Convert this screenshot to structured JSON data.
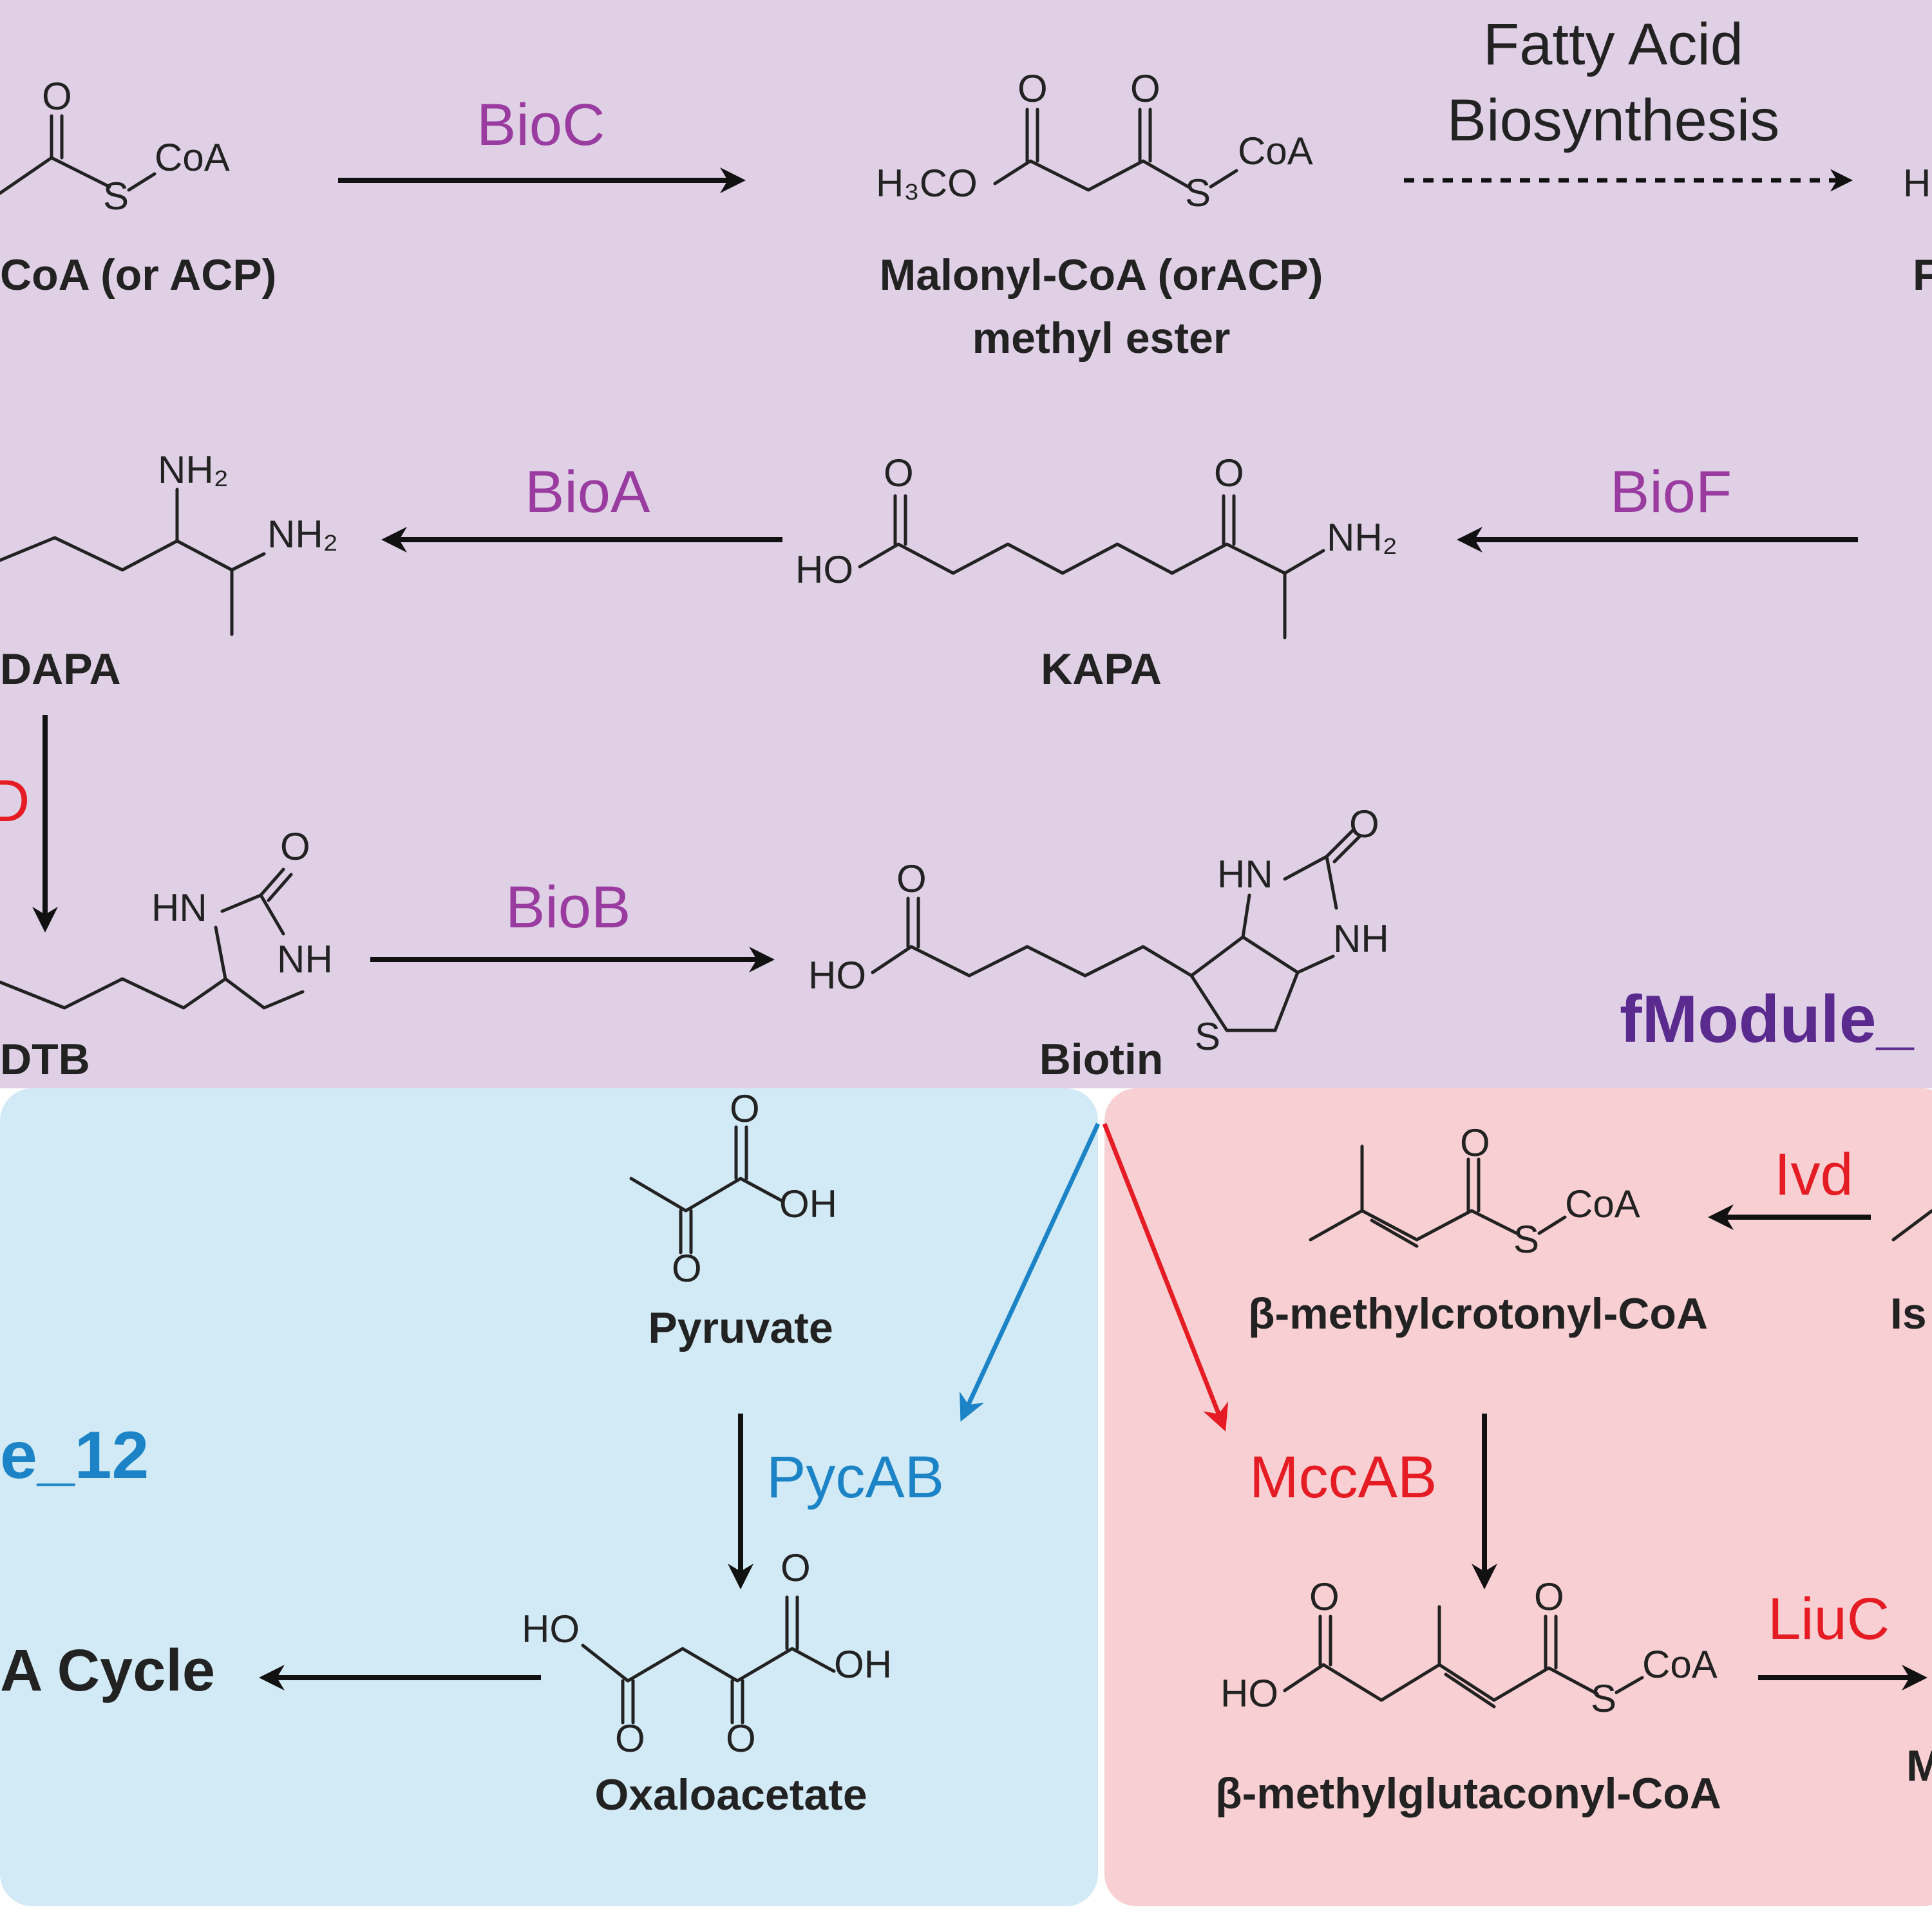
{
  "colors": {
    "purple_panel": "#dfd0e6",
    "blue_panel": "#d2eaf6",
    "red_panel": "#f8cfd2",
    "purple_text": "#9a3ba0",
    "module_purple": "#5b2a8e",
    "blue_text": "#1c84c6",
    "red_text": "#e61c24",
    "dark": "#222222"
  },
  "enzymes": {
    "bioc": "BioC",
    "bioa": "BioA",
    "biof": "BioF",
    "biob": "BioB",
    "biod_partial": "D",
    "ivd": "Ivd",
    "pycab": "PycAB",
    "mccab": "MccAB",
    "liuc": "LiuC"
  },
  "process": {
    "fatty_acid_line1": "Fatty Acid",
    "fatty_acid_line2": "Biosynthesis"
  },
  "compounds": {
    "acyl_coa_partial": "CoA (or ACP)",
    "malonyl_line1": "Malonyl-CoA (orACP)",
    "malonyl_line2": "methyl ester",
    "right_edge_partial_1": "F",
    "dapa_partial": "DAPA",
    "kapa": "KAPA",
    "dtb_partial": "DTB",
    "biotin": "Biotin",
    "pyruvate": "Pyruvate",
    "oxaloacetate": "Oxaloacetate",
    "mcc_crotonyl": "β-methylcrotonyl-CoA",
    "mcc_glutaconyl": "β-methylglutaconyl-CoA",
    "iso_partial": "Is",
    "right_edge_partial_2": "M",
    "tca_partial": "A Cycle"
  },
  "modules": {
    "fmodule_partial": "fModule_",
    "module12_partial": "e_12"
  },
  "atoms": {
    "O": "O",
    "S": "S",
    "CoA": "CoA",
    "H3CO": "H₃CO",
    "HO": "HO",
    "OH": "OH",
    "NH2": "NH₂",
    "HN": "HN",
    "NH": "NH",
    "H_edge": "H"
  }
}
